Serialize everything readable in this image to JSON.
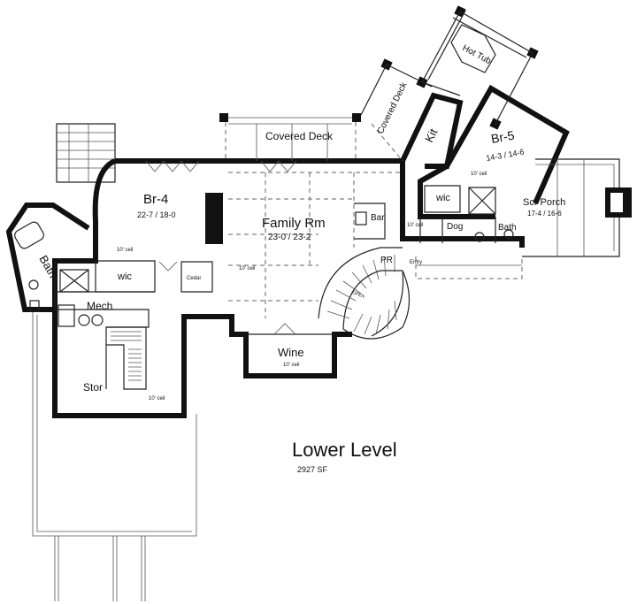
{
  "plan": {
    "title": "Lower Level",
    "area": "2927 SF",
    "rooms": [
      {
        "id": "br4",
        "name": "Br-4",
        "dims": "22-7 / 18-0"
      },
      {
        "id": "br5",
        "name": "Br-5",
        "dims": "14-3 / 14-6"
      },
      {
        "id": "family",
        "name": "Family Rm",
        "dims": "23-0 / 23-2"
      },
      {
        "id": "scr_porch",
        "name": "Scr Porch",
        "dims": "17-4 / 16-6"
      }
    ],
    "labels": {
      "covered_deck_top": "Covered Deck",
      "covered_deck_angled": "Covered Deck",
      "hot_tub": "Hot Tub",
      "kit": "Kit",
      "bath_left": "Bath",
      "bath_right": "Bath",
      "wic_left": "wic",
      "wic_right": "wic",
      "mech": "Mech",
      "stor": "Stor",
      "cedar": "Cedar",
      "wine": "Wine",
      "bar": "Bar",
      "dog": "Dog",
      "pr": "PR",
      "entry": "Entry",
      "open": "OPEN"
    },
    "ceilings": {
      "br4": "10' ceil",
      "family": "10' ceil",
      "stor": "10' ceil",
      "wine": "10' ceil",
      "bar_area": "10' ceil",
      "br5": "10' ceil"
    }
  }
}
